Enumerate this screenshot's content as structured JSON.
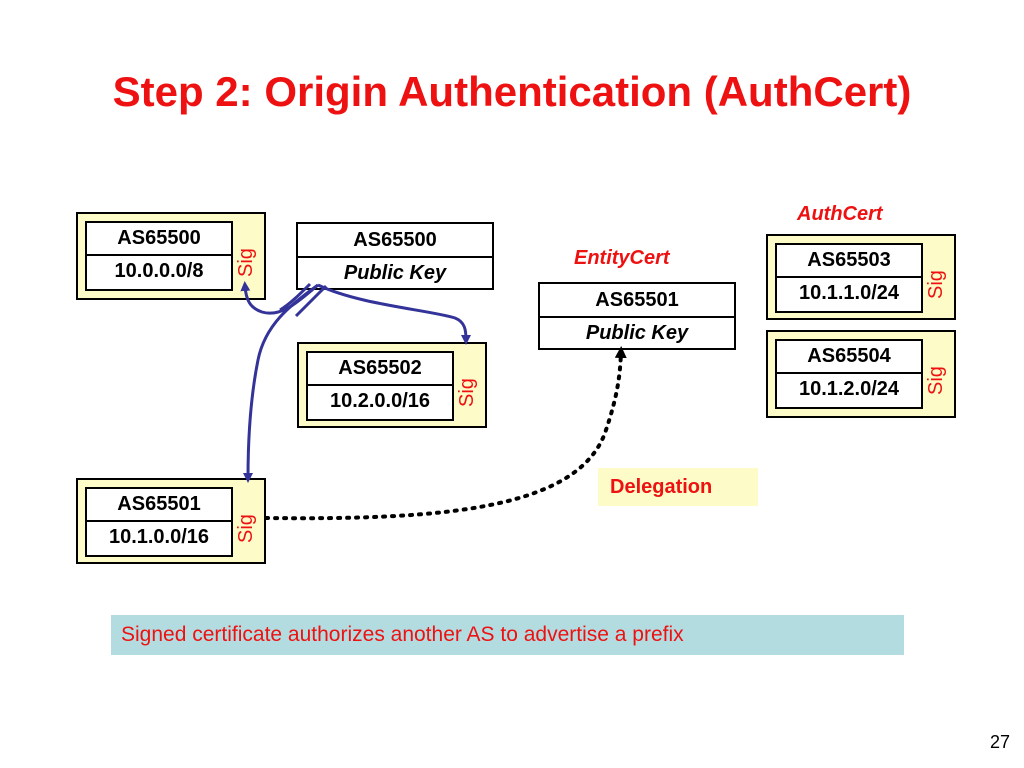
{
  "title": "Step 2: Origin Authentication (AuthCert)",
  "labels": {
    "authcert": "AuthCert",
    "entitycert": "EntityCert"
  },
  "certs": {
    "c1": {
      "as": "AS65500",
      "prefix": "10.0.0.0/8",
      "sig": "Sig"
    },
    "c2": {
      "as": "AS65502",
      "prefix": "10.2.0.0/16",
      "sig": "Sig"
    },
    "c3": {
      "as": "AS65501",
      "prefix": "10.1.0.0/16",
      "sig": "Sig"
    },
    "c4": {
      "as": "AS65503",
      "prefix": "10.1.1.0/24",
      "sig": "Sig"
    },
    "c5": {
      "as": "AS65504",
      "prefix": "10.1.2.0/24",
      "sig": "Sig"
    }
  },
  "keys": {
    "k1": {
      "as": "AS65500",
      "key": "Public Key"
    },
    "k2": {
      "as": "AS65501",
      "key": "Public Key"
    }
  },
  "delegation": "Delegation",
  "caption": "Signed certificate authorizes another AS to advertise a prefix",
  "page_number": "27",
  "colors": {
    "title": "#ee1111",
    "cert_fill": "#fdfbc8",
    "caption_fill": "#b3dce1",
    "arrow": "#333399"
  }
}
